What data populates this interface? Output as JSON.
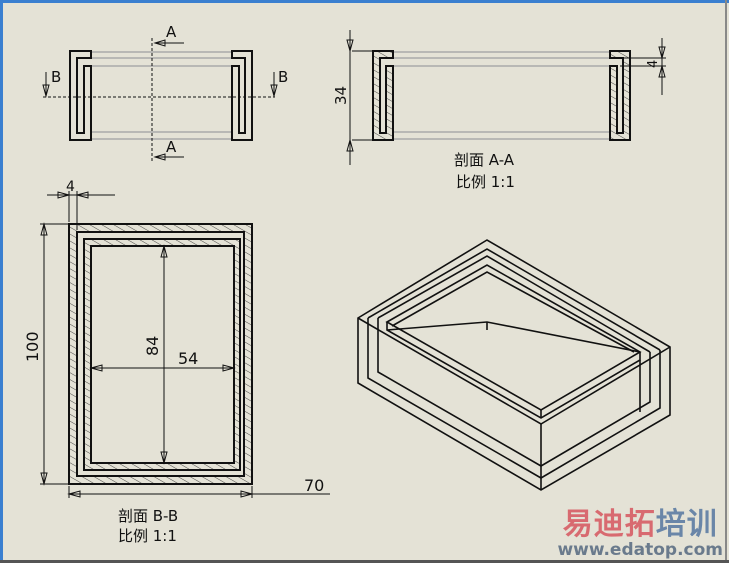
{
  "section_markers": {
    "a_label": "A",
    "b_label": "B"
  },
  "section_aa": {
    "title": "剖面 A-A",
    "scale": "比例 1:1",
    "dim_height": "34",
    "dim_thickness": "4"
  },
  "section_bb": {
    "title": "剖面 B-B",
    "scale": "比例 1:1",
    "dim_thickness": "4",
    "dim_outer_length": "100",
    "dim_inner_length": "84",
    "dim_inner_width": "54",
    "dim_outer_width": "70"
  },
  "watermark": {
    "brand_red": "易迪拓",
    "brand_blue": "培训",
    "url": "www.edatop.com"
  },
  "colors": {
    "background": "#e4e2d6",
    "frame": "#3a7fd0",
    "line": "#111111",
    "hidden": "#a8a8a8"
  }
}
